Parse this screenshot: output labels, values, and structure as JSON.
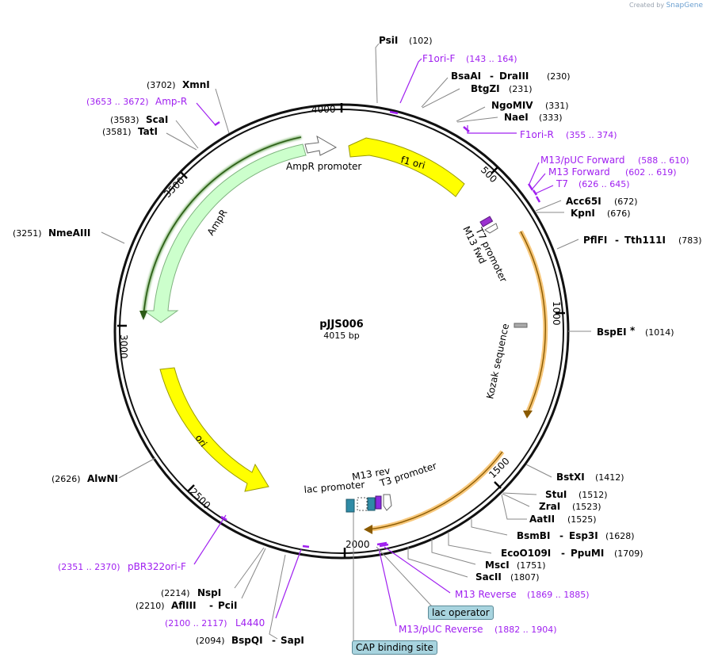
{
  "credit": {
    "prefix": "Created by",
    "brand": "SnapGene"
  },
  "plasmid": {
    "name": "pJJS006",
    "length": "4015 bp"
  },
  "ticks": [
    "500",
    "1000",
    "1500",
    "2000",
    "2500",
    "3000",
    "3500",
    "4000"
  ],
  "enzymes": [
    {
      "name": "PsiI",
      "pos": "(102)"
    },
    {
      "name": "BsaAI",
      "name2": "DraIII",
      "pos": "(230)"
    },
    {
      "name": "BtgZI",
      "pos": "(231)"
    },
    {
      "name": "NgoMIV",
      "pos": "(331)"
    },
    {
      "name": "NaeI",
      "pos": "(333)"
    },
    {
      "name": "Acc65I",
      "pos": "(672)"
    },
    {
      "name": "KpnI",
      "pos": "(676)"
    },
    {
      "name": "PflFI",
      "name2": "Tth111I",
      "pos": "(783)"
    },
    {
      "name": "BspEI",
      "star": "*",
      "pos": "(1014)"
    },
    {
      "name": "BstXI",
      "pos": "(1412)"
    },
    {
      "name": "StuI",
      "pos": "(1512)"
    },
    {
      "name": "ZraI",
      "pos": "(1523)"
    },
    {
      "name": "AatII",
      "pos": "(1525)"
    },
    {
      "name": "BsmBI",
      "name2": "Esp3I",
      "pos": "(1628)"
    },
    {
      "name": "EcoO109I",
      "name2": "PpuMI",
      "pos": "(1709)"
    },
    {
      "name": "MscI",
      "pos": "(1751)"
    },
    {
      "name": "SacII",
      "pos": "(1807)"
    },
    {
      "name": "BspQI",
      "name2": "SapI",
      "pos": "(2094)"
    },
    {
      "name": "AflIII",
      "name2": "PciI",
      "pos": "(2210)"
    },
    {
      "name": "NspI",
      "pos": "(2214)"
    },
    {
      "name": "AlwNI",
      "pos": "(2626)"
    },
    {
      "name": "NmeAIII",
      "pos": "(3251)"
    },
    {
      "name": "TatI",
      "pos": "(3581)"
    },
    {
      "name": "ScaI",
      "pos": "(3583)"
    },
    {
      "name": "XmnI",
      "pos": "(3702)"
    }
  ],
  "primers": [
    {
      "name": "F1ori-F",
      "range": "(143 .. 164)"
    },
    {
      "name": "F1ori-R",
      "range": "(355 .. 374)"
    },
    {
      "name": "M13/pUC Forward",
      "range": "(588 .. 610)"
    },
    {
      "name": "M13 Forward",
      "range": "(602 .. 619)"
    },
    {
      "name": "T7",
      "range": "(626 .. 645)"
    },
    {
      "name": "M13 Reverse",
      "range": "(1869 .. 1885)"
    },
    {
      "name": "M13/pUC Reverse",
      "range": "(1882 .. 1904)"
    },
    {
      "name": "L4440",
      "range": "(2100 .. 2117)"
    },
    {
      "name": "pBR322ori-F",
      "range": "(2351 .. 2370)"
    },
    {
      "name": "Amp-R",
      "range": "(3653 .. 3672)"
    }
  ],
  "features": {
    "f1_ori": "f1 ori",
    "ampr_promoter": "AmpR promoter",
    "ampr": "AmpR",
    "ori": "ori",
    "t7_promoter": "T7 promoter",
    "m13_fwd": "M13 fwd",
    "kozak": "Kozak sequence",
    "lac_promoter": "lac promoter",
    "m13_rev": "M13 rev",
    "t3_promoter": "T3 promoter",
    "lac_operator": "lac operator",
    "cap_site": "CAP binding site"
  },
  "colors": {
    "backbone": "#111111",
    "yellow_feature": "#ffff00",
    "ampr_fill": "#ccffcc",
    "orf_outline": "#f7c77a",
    "primer": "#a020f0",
    "promoter_fill": "#ffffff",
    "marker_teal": "#2f8ba6",
    "badge_fill": "#a8d4df"
  }
}
